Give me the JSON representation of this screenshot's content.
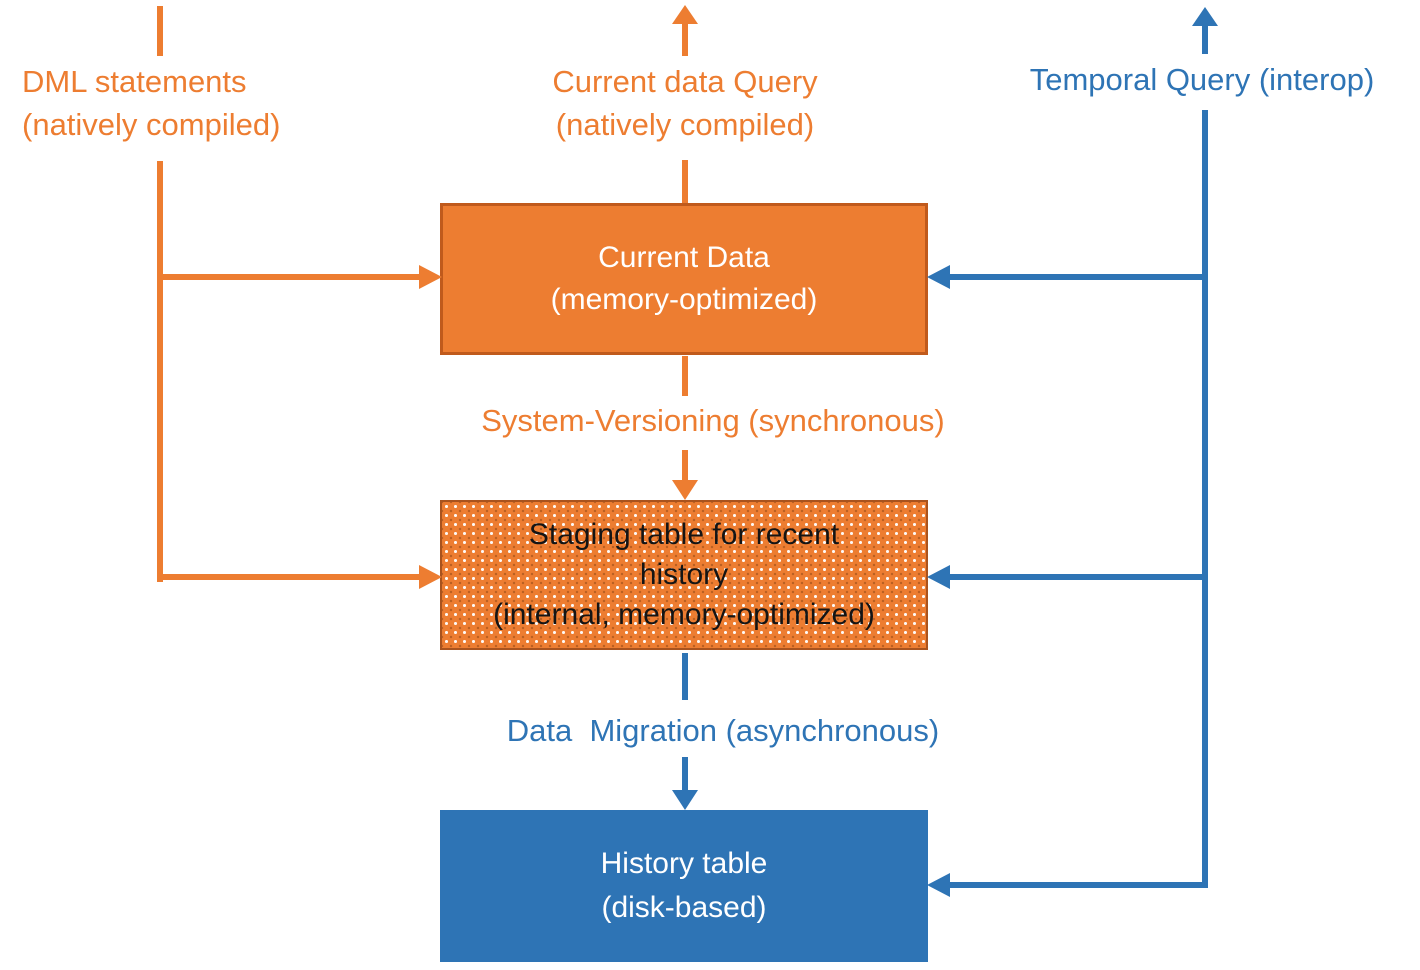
{
  "labels": {
    "dml": "DML statements\n(natively compiled)",
    "current_query": "Current data Query\n(natively compiled)",
    "temporal_query": "Temporal Query (interop)",
    "system_versioning": "System-Versioning (synchronous)",
    "data_migration": "Data  Migration (asynchronous)"
  },
  "boxes": {
    "current": {
      "title": "Current Data",
      "subtitle": "(memory-optimized)"
    },
    "staging": {
      "text": "Staging table for recent\nhistory\n(internal, memory-optimized)"
    },
    "history": {
      "title": "History table",
      "subtitle": "(disk-based)"
    }
  },
  "colors": {
    "orange": "#ED7D31",
    "orange_border": "#C05A1C",
    "blue": "#2E74B5",
    "staging_dot": "#FFFFFF",
    "box_text_light": "#FFFFFF",
    "staging_text": "#141414",
    "background": "#FFFFFF"
  }
}
